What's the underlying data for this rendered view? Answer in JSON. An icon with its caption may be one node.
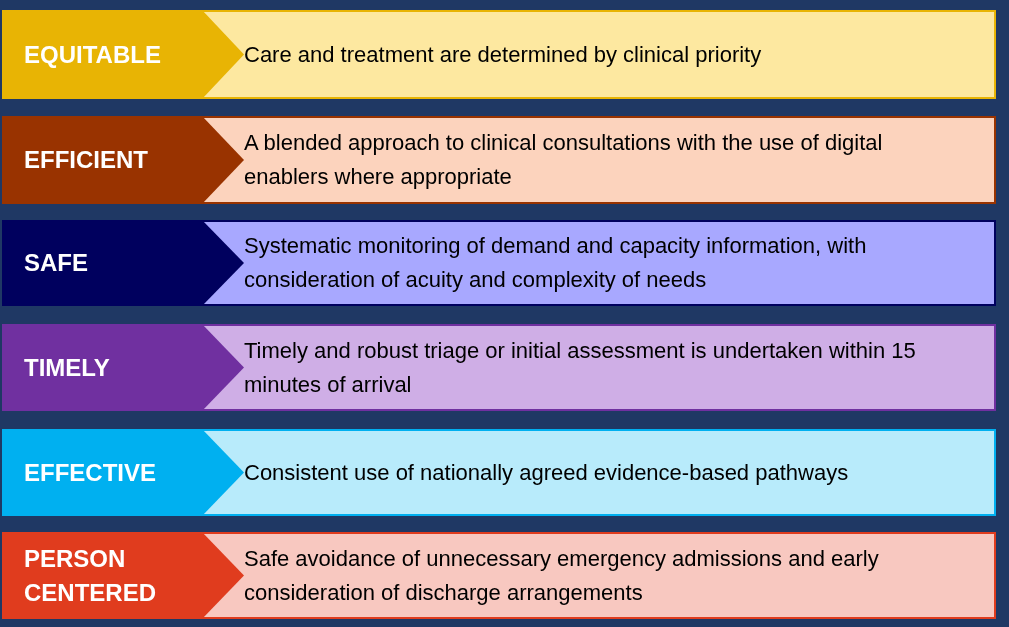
{
  "diagram": {
    "nodes": [
      {
        "text": [
          "EQUITABLE"
        ]
      },
      {
        "text": [
          "Care and treatment are determined by clinical priority"
        ]
      },
      {
        "text": [
          "EFFICIENT"
        ]
      },
      {
        "text": [
          "A blended approach to clinical consultations with the use of digital enablers where appropriate"
        ]
      },
      {
        "text": [
          "SAFE"
        ]
      },
      {
        "text": [
          "Systematic monitoring of demand and capacity information, with consideration of acuity and complexity of needs"
        ]
      },
      {
        "text": [
          "TIMELY"
        ]
      },
      {
        "text": [
          "Timely and robust triage or initial assessment is undertaken within 15 minutes of arrival"
        ]
      },
      {
        "text": [
          "EFFECTIVE"
        ]
      },
      {
        "text": [
          "Consistent use of nationally agreed evidence-based pathways"
        ]
      },
      {
        "text": [
          "PERSON CENTERED"
        ]
      },
      {
        "text": [
          "Safe avoidance of unnecessary emergency admissions and early consideration of discharge arrangements"
        ]
      }
    ]
  }
}
